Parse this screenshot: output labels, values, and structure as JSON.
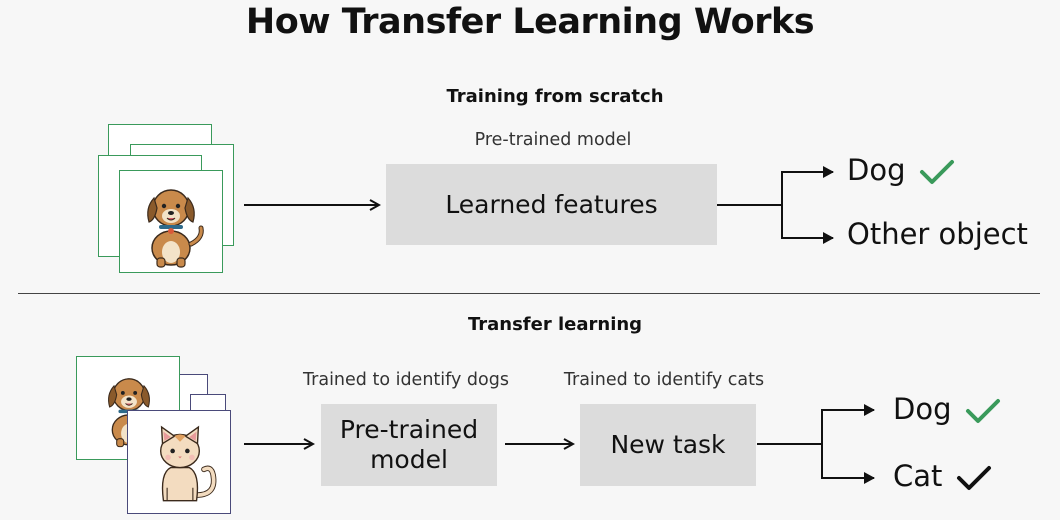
{
  "title": "How Transfer Learning Works",
  "top": {
    "section_title": "Training from scratch",
    "box_caption": "Pre-trained model",
    "box_label": "Learned features",
    "outputs": [
      "Dog",
      "Other object"
    ]
  },
  "bottom": {
    "section_title": "Transfer learning",
    "caption_1": "Trained to identify dogs",
    "caption_2": "Trained to identify cats",
    "box_1_line_1": "Pre-trained",
    "box_1_line_2": "model",
    "box_2_label": "New task",
    "outputs": [
      "Dog",
      "Cat"
    ]
  },
  "icons": {
    "dog": "dog-icon",
    "cat": "cat-icon",
    "check_green": "check-green-icon",
    "check_black": "check-black-icon"
  },
  "colors": {
    "box": "#dcdcdc",
    "check_green": "#3a9a5b",
    "card_border_green": "#3a9a5b",
    "card_border_purple": "#4a4a7a"
  }
}
